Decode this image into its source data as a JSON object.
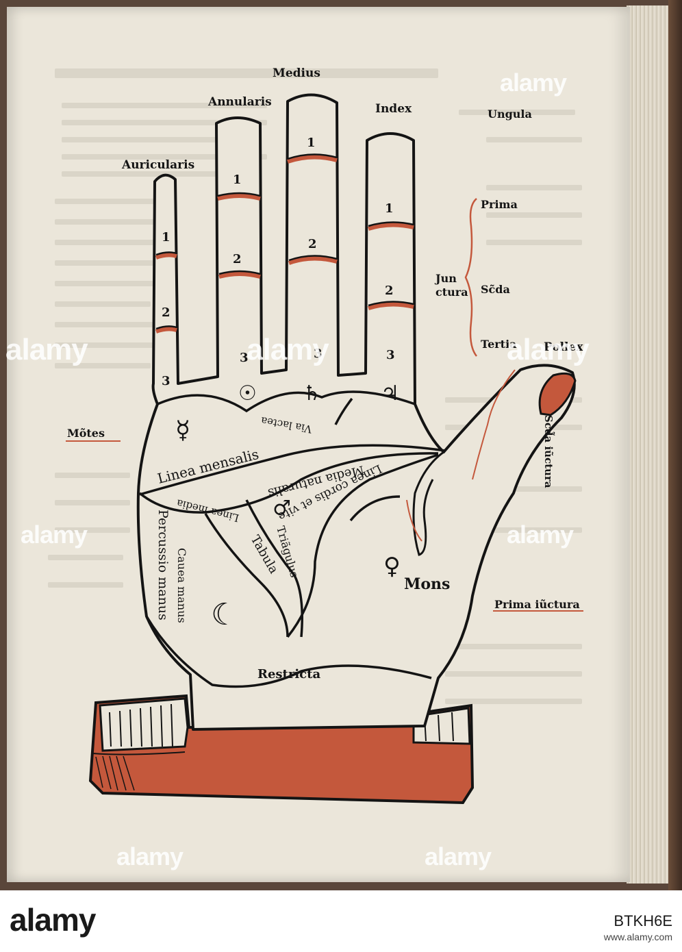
{
  "fingers": {
    "auricularis": "Auricularis",
    "annularis": "Annularis",
    "medius": "Medius",
    "index": "Index",
    "pollex": "Pollex"
  },
  "joints": {
    "ungula": "Ungula",
    "prima": "Prima",
    "juncture_a": "Jun",
    "juncture_b": "ctura",
    "secunda": "Sc̃da",
    "tertia": "Tertia",
    "secunda_iunctura": "Scd̃a iũctura",
    "prima_iunctura": "Prima iũctura"
  },
  "margin": {
    "montes": "Mõtes"
  },
  "phalanx_numbers": {
    "one": "1",
    "two": "2",
    "three": "3"
  },
  "palm": {
    "linea_mensalis": "Linea mensalis",
    "media_naturalis": "Media naturalis",
    "linea_cordis": "Linea cordis et vite",
    "tabula": "Tabula",
    "triangulus": "Triãgulus",
    "mons": "Mons",
    "restricta": "Restricta",
    "percussio_manus": "Percussio manus",
    "cauea": "Cauea manus",
    "linea_media": "Linea media",
    "via_lactea": "Via lactea"
  },
  "planet_symbols": {
    "saturn": "♄",
    "jupiter": "♃",
    "sol": "☉",
    "mercury": "☿",
    "mars": "♂",
    "venus": "♀",
    "luna": "☾"
  },
  "watermark": {
    "text": "alamy"
  },
  "footer": {
    "logo": "alamy",
    "image_id": "BTKH6E",
    "url": "www.alamy.com"
  },
  "colors": {
    "red": "#c4583c",
    "ink": "#141414",
    "paper": "#ebe6da"
  }
}
